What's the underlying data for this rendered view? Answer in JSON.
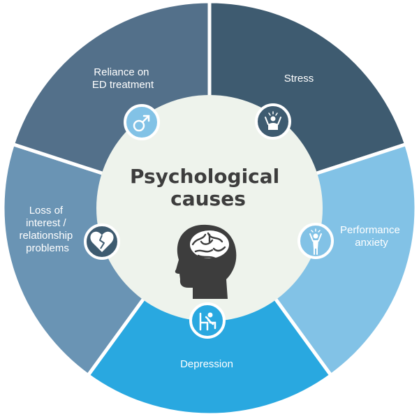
{
  "colors": {
    "background": "#ffffff",
    "center_fill": "#eef3ec",
    "center_text": "#3d3d3d",
    "head_icon": "#3d3d3d",
    "icon_ring": "#ffffff",
    "label_text": "#ffffff"
  },
  "center": {
    "title_line1": "Psychological",
    "title_line2": "causes",
    "icon": "head-brain-icon"
  },
  "segments": [
    {
      "id": "stress",
      "label_lines": [
        "Stress"
      ],
      "color": "#3e5b70",
      "icon": "stressed-person-icon",
      "icon_bg": "#3e5b70"
    },
    {
      "id": "performance-anxiety",
      "label_lines": [
        "Performance",
        "anxiety"
      ],
      "color": "#82c2e6",
      "icon": "anxious-person-icon",
      "icon_bg": "#82c2e6"
    },
    {
      "id": "depression",
      "label_lines": [
        "Depression"
      ],
      "color": "#29a8e0",
      "icon": "sitting-sad-person-icon",
      "icon_bg": "#29a8e0"
    },
    {
      "id": "loss-of-interest",
      "label_lines": [
        "Loss of",
        "interest /",
        "relationship",
        "problems"
      ],
      "color": "#6a94b4",
      "icon": "broken-heart-icon",
      "icon_bg": "#3e5b70"
    },
    {
      "id": "reliance-on-ed-treatment",
      "label_lines": [
        "Reliance on",
        "ED treatment"
      ],
      "color": "#53708a",
      "icon": "male-symbol-icon",
      "icon_bg": "#82c2e6"
    }
  ]
}
